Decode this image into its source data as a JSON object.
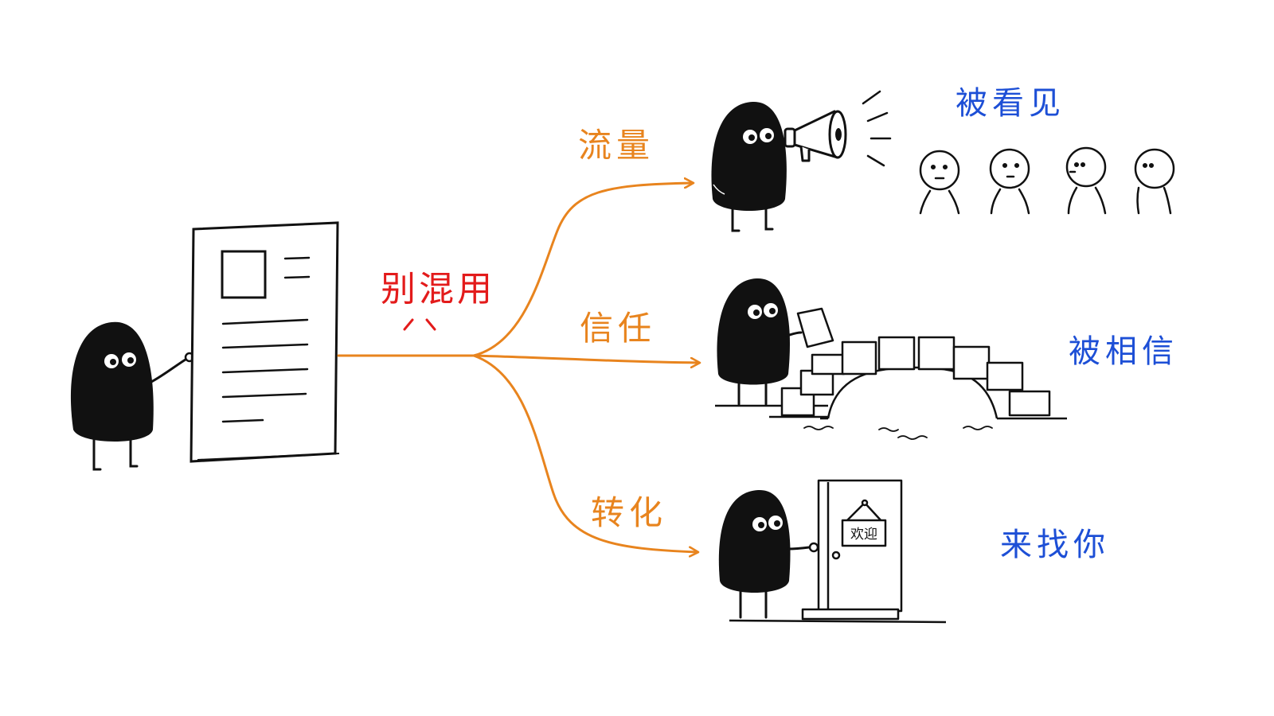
{
  "center_label": "别混用",
  "branches": [
    {
      "label": "流量",
      "result": "被看见"
    },
    {
      "label": "信任",
      "result": "被相信"
    },
    {
      "label": "转化",
      "result": "来找你"
    }
  ],
  "door_sign": "欢迎",
  "colors": {
    "branch": "#e8841e",
    "center": "#e31b1b",
    "result": "#1d4fd6",
    "ink": "#111111"
  }
}
